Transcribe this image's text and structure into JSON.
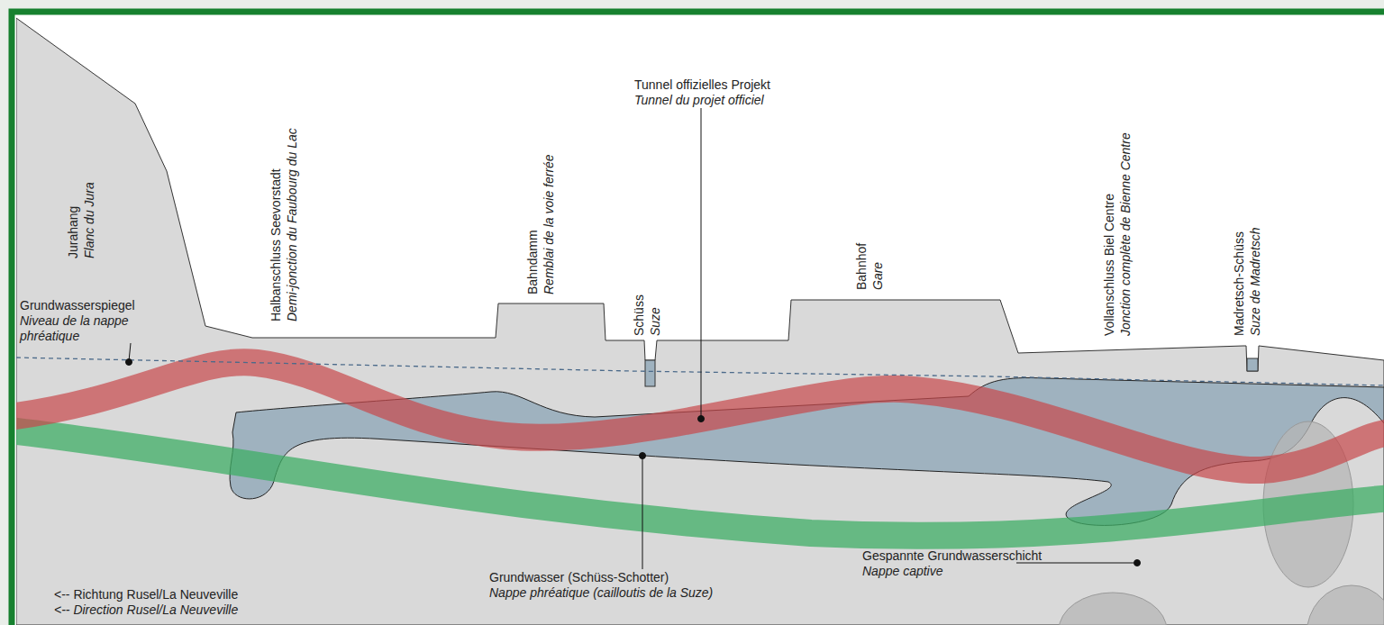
{
  "diagram": {
    "labels": [
      "Jurahang",
      "Flanc du Jura",
      "Halbanschluss Seevorstadt",
      "Demi-jonction du Faubourg du Lac",
      "Bahndamm",
      "Remblai de la voie ferrée",
      "Schüss",
      "Suze",
      "Tunnel offizielles Projekt",
      "Tunnel du projet officiel",
      "Bahnhof",
      "Gare",
      "Vollanschluss Biel Centre",
      "Jonction complète de Bienne Centre",
      "Madretsch-Schüss",
      "Suze de Madretsch",
      "Grundwasserspiegel",
      "Niveau de la nappe phréatique",
      "Grundwasser (Schüss-Schotter)",
      "Nappe phréatique (cailloutis de la Suze)",
      "Gespannte Grundwasserschicht",
      "Nappe captive",
      "<-- Richtung Rusel/La Neuveville",
      "<-- Direction Rusel/La Neuveville"
    ]
  }
}
